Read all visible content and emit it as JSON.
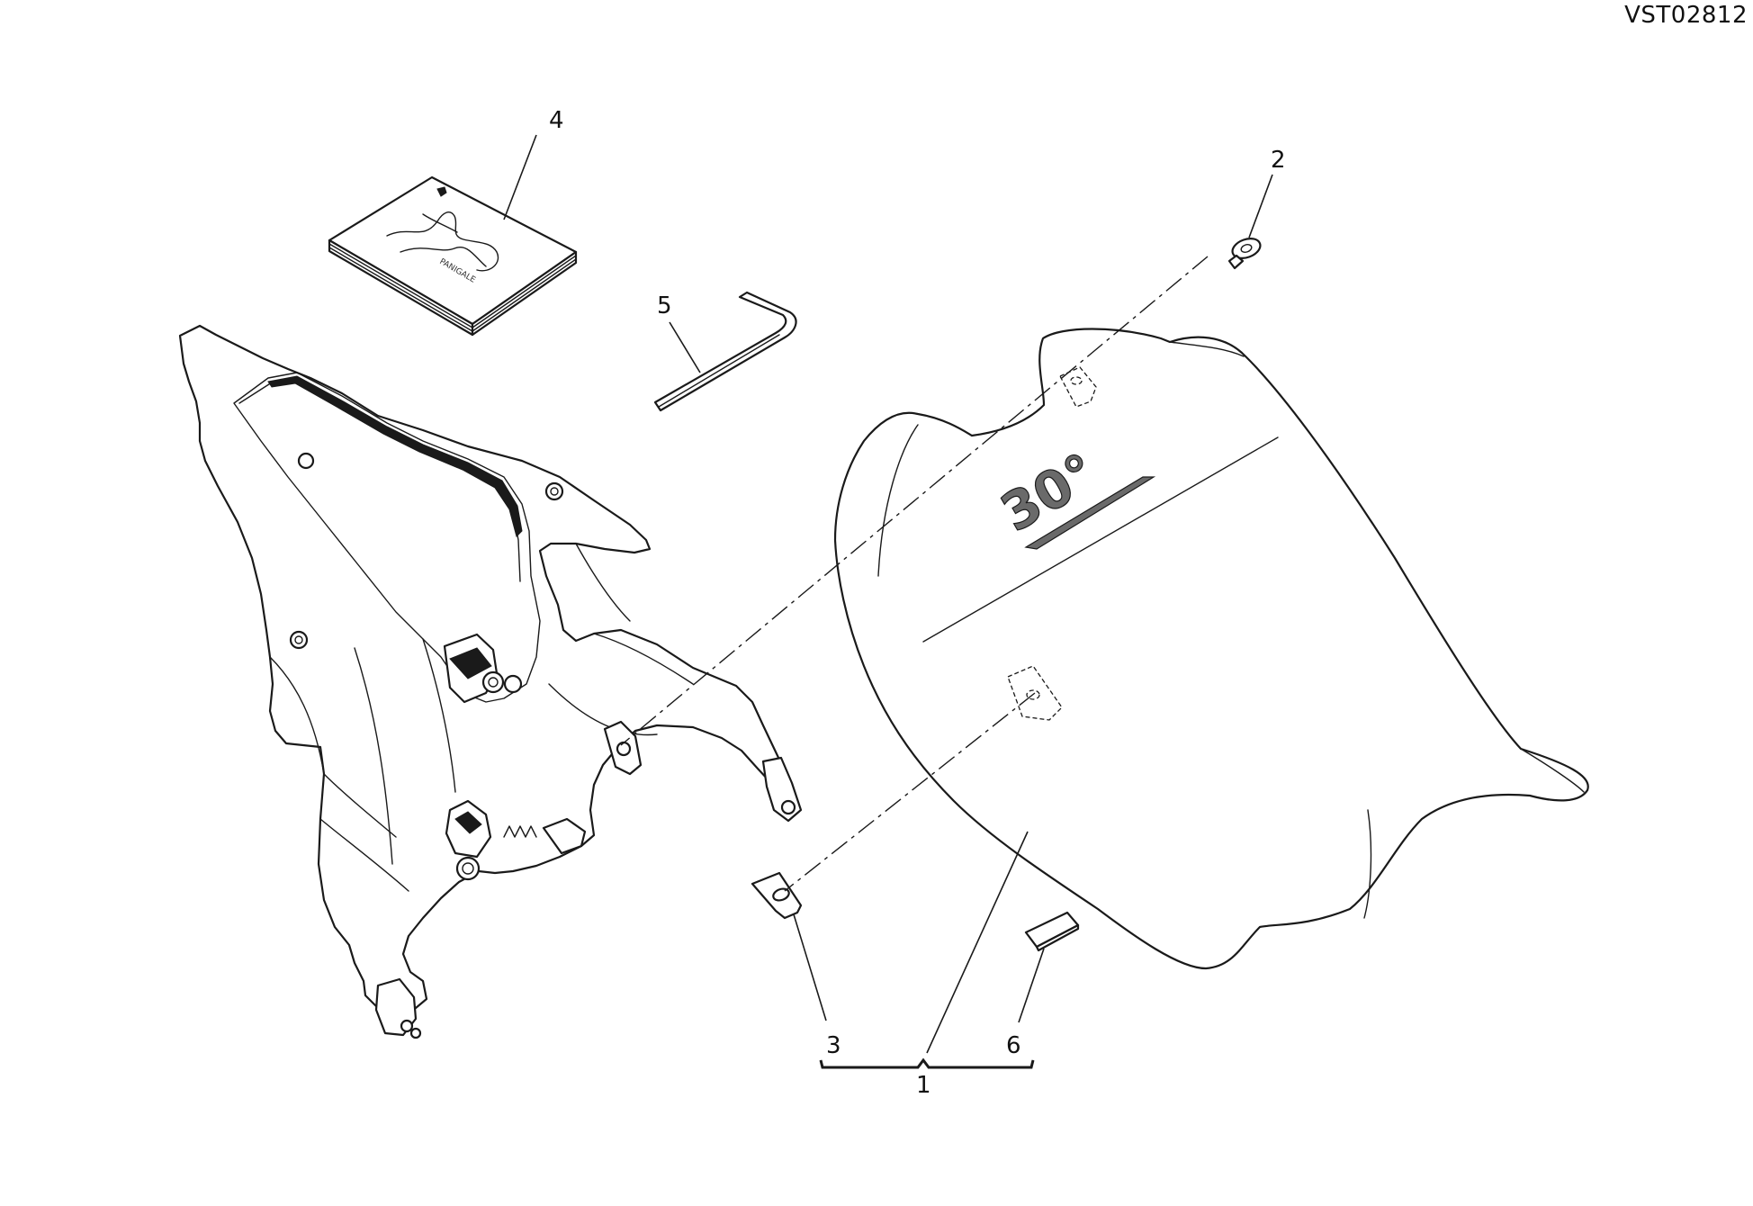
{
  "drawing_id": "VST02812",
  "callouts": {
    "c1": "1",
    "c2": "2",
    "c3": "3",
    "c4": "4",
    "c5": "5",
    "c6": "6"
  },
  "seat_logo_text": "30°",
  "manual_cover_text": "PANIGALE"
}
